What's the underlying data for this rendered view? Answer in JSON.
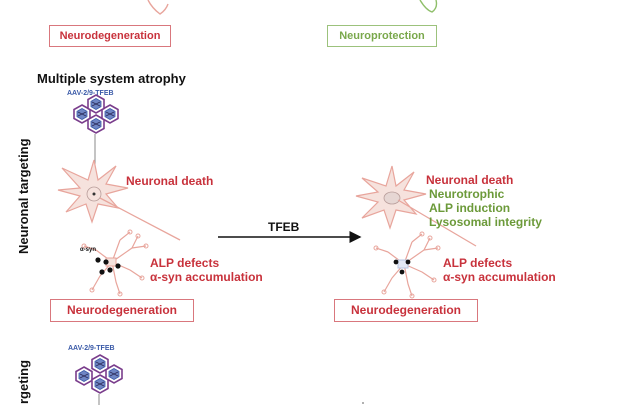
{
  "top": {
    "left_box": "Neurodegeneration",
    "right_box": "Neuroprotection"
  },
  "section_title": "Multiple system atrophy",
  "side_labels": {
    "upper": "Neuronal targeting",
    "lower": "rgeting"
  },
  "vector_label": "AAV-2/9-TFEB",
  "vector_label_lower": "AAV-2/9-TFEB",
  "arrow_label": "TFEB",
  "left_panel": {
    "death": "Neuronal death",
    "alp": "ALP defects",
    "asyn_acc": "α-syn accumulation",
    "asyn_tag": "α-syn",
    "box": "Neurodegeneration"
  },
  "right_panel": {
    "death": "Neuronal death",
    "neurotrophic": "Neurotrophic",
    "alp_induction": "ALP induction",
    "lysosomal": "Lysosomal integrity",
    "alp": "ALP defects",
    "asyn_acc": "α-syn accumulation",
    "box": "Neurodegeneration"
  },
  "colors": {
    "red_text": "#c8323c",
    "green_text": "#6c9a3a",
    "neuron_fill": "#f6e2dd",
    "neuron_stroke": "#e8a59c",
    "virus_outline": "#7a3d8c",
    "virus_core": "#3a5aa8"
  }
}
